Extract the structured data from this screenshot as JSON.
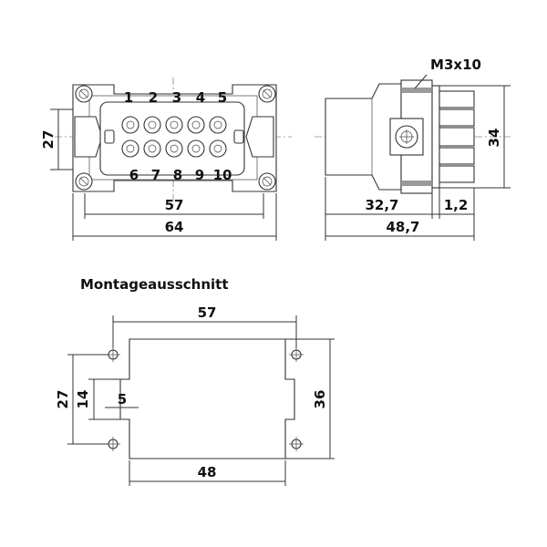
{
  "front_view": {
    "pin_labels_top": [
      "1",
      "2",
      "3",
      "4",
      "5"
    ],
    "pin_labels_bottom": [
      "6",
      "7",
      "8",
      "9",
      "10"
    ],
    "dim_width_inner": "57",
    "dim_width_outer": "64",
    "dim_height": "27"
  },
  "side_view": {
    "screw_label": "M3x10",
    "dim_height": "34",
    "dim_depth": "32,7",
    "dim_flange": "1,2",
    "dim_total": "48,7"
  },
  "cutout": {
    "title": "Montageausschnitt",
    "dim_hole_spacing": "57",
    "dim_cutout_width": "48",
    "dim_height_outer": "36",
    "dim_hole_spacing_v": "27",
    "dim_notch": "14",
    "dim_notch_depth": "5"
  }
}
